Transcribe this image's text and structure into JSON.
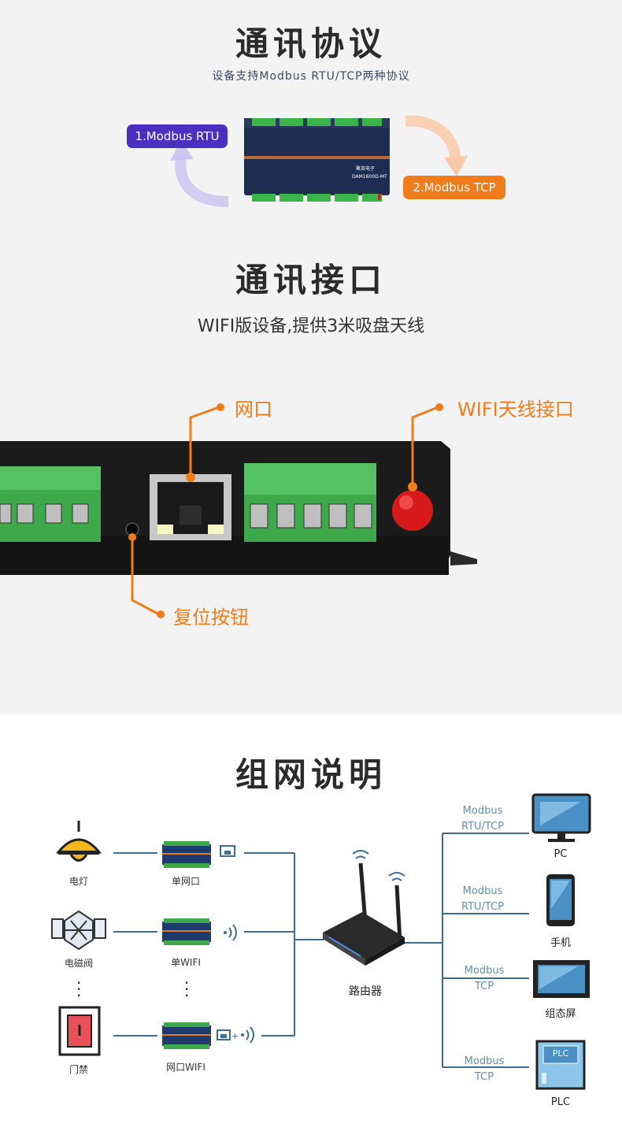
{
  "section1": {
    "title": "通讯协议",
    "subtitle": "设备支持Modbus RTU/TCP两种协议",
    "pill_rtu": "1.Modbus RTU",
    "pill_tcp": "2.Modbus TCP",
    "device_brand": "聚英电子",
    "device_model": "DAM1600D-MT",
    "colors": {
      "rtu": "#4b2fc0",
      "tcp": "#f07c1a",
      "callout": "#f07c1a"
    }
  },
  "section2": {
    "title": "通讯接口",
    "subtitle": "WIFI版设备,提供3米吸盘天线",
    "label_lan": "网口",
    "label_wifi": "WIFI天线接口",
    "label_reset": "复位按钮"
  },
  "section3": {
    "title": "组网说明",
    "left_devices": [
      {
        "label": "电灯",
        "icon": "lamp-icon"
      },
      {
        "label": "电磁阀",
        "icon": "valve-icon"
      },
      {
        "label": "门禁",
        "icon": "door-switch-icon"
      }
    ],
    "modules": [
      {
        "label": "单网口",
        "conn": "ethernet-icon"
      },
      {
        "label": "单WIFI",
        "conn": "wifi-signal-icon"
      },
      {
        "label": "网口WIFI",
        "conn": "ethernet-wifi-icon"
      }
    ],
    "router_label": "路由器",
    "right_devices": [
      {
        "proto_top": "Modbus",
        "proto_bottom": "RTU/TCP",
        "label": "PC",
        "icon": "monitor-icon"
      },
      {
        "proto_top": "Modbus",
        "proto_bottom": "RTU/TCP",
        "label": "手机",
        "icon": "phone-icon"
      },
      {
        "proto_top": "Modbus",
        "proto_bottom": "TCP",
        "label": "组态屏",
        "icon": "hmi-screen-icon"
      },
      {
        "proto_top": "Modbus",
        "proto_bottom": "TCP",
        "label": "PLC",
        "icon": "plc-icon",
        "screen_text": "PLC"
      }
    ]
  }
}
